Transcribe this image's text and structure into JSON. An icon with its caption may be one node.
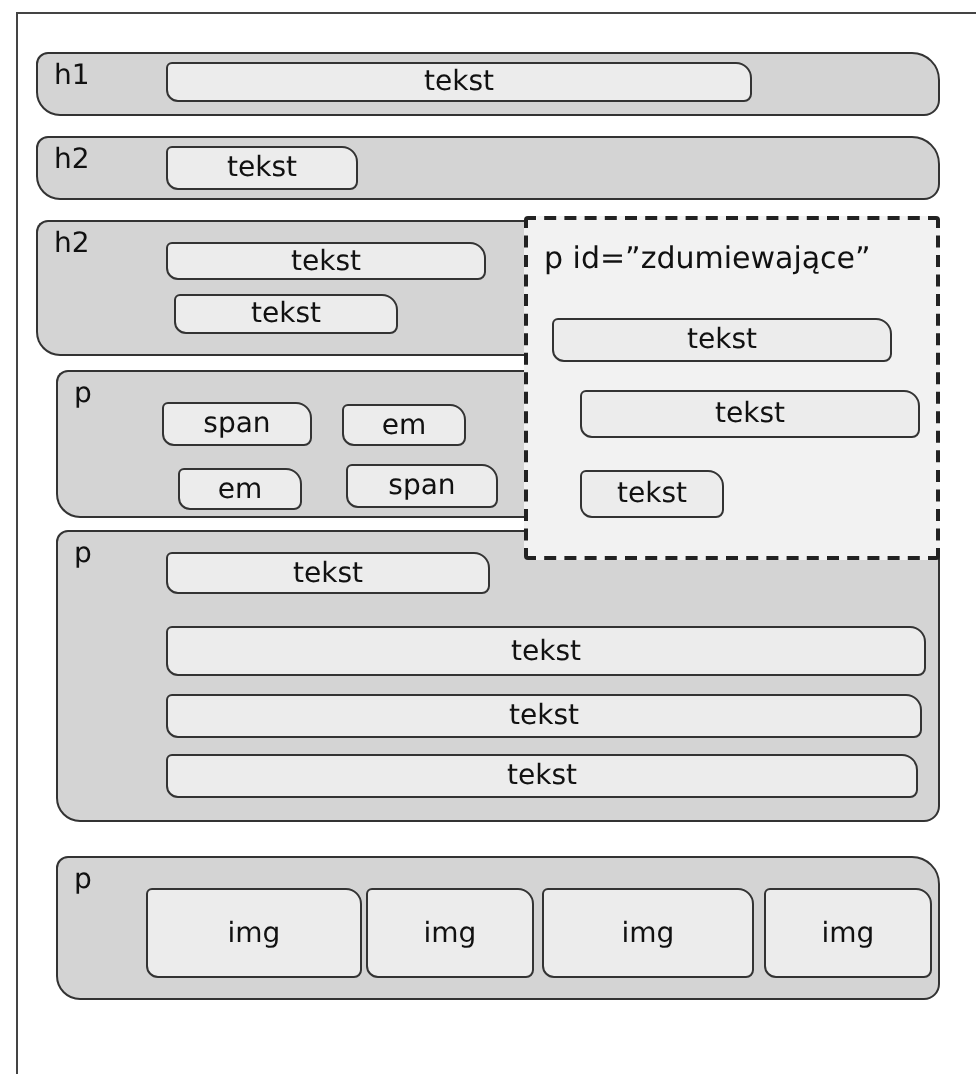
{
  "diagram": {
    "nodes": [
      {
        "text": [
          "h1"
        ]
      },
      {
        "text": [
          "tekst"
        ],
        "in": 0
      },
      {
        "text": [
          "h2"
        ]
      },
      {
        "text": [
          "tekst"
        ],
        "in": 2
      },
      {
        "text": [
          "h2"
        ]
      },
      {
        "text": [
          "tekst"
        ],
        "in": 4
      },
      {
        "text": [
          "tekst"
        ],
        "in": 4
      },
      {
        "text": [
          "p"
        ]
      },
      {
        "text": [
          "span"
        ],
        "in": 7
      },
      {
        "text": [
          "em"
        ],
        "in": 7
      },
      {
        "text": [
          "em"
        ],
        "in": 7
      },
      {
        "text": [
          "span"
        ],
        "in": 7
      },
      {
        "text": [
          "p"
        ]
      },
      {
        "text": [
          "tekst"
        ],
        "in": 12
      },
      {
        "text": [
          "tekst"
        ],
        "in": 12
      },
      {
        "text": [
          "tekst"
        ],
        "in": 12
      },
      {
        "text": [
          "tekst"
        ],
        "in": 12
      },
      {
        "text": [
          "p id=”zdumiewające”"
        ]
      },
      {
        "text": [
          "tekst"
        ],
        "in": 17
      },
      {
        "text": [
          "tekst"
        ],
        "in": 17
      },
      {
        "text": [
          "tekst"
        ],
        "in": 17
      },
      {
        "text": [
          "p"
        ]
      },
      {
        "text": [
          "img"
        ],
        "in": 21
      },
      {
        "text": [
          "img"
        ],
        "in": 21
      },
      {
        "text": [
          "img"
        ],
        "in": 21
      },
      {
        "text": [
          "img"
        ],
        "in": 21
      }
    ],
    "edges": []
  }
}
